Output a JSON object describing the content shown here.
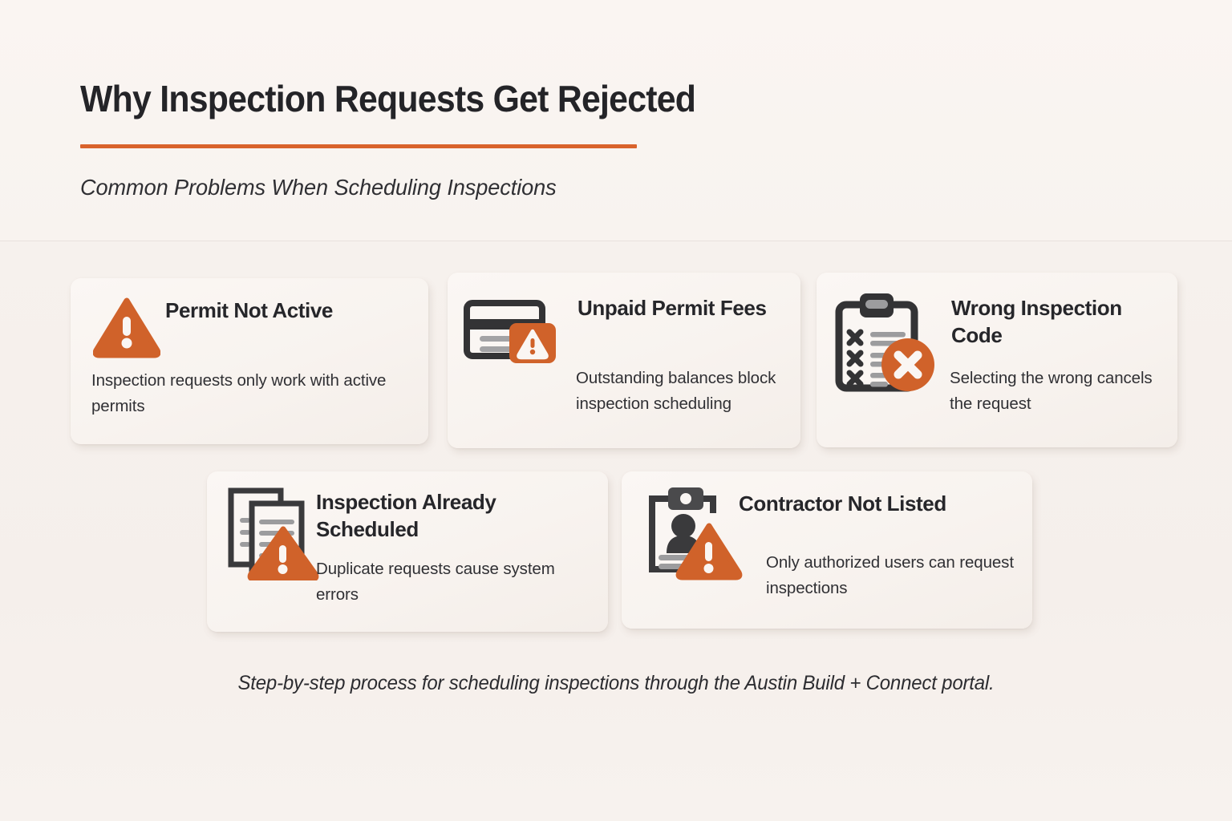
{
  "header": {
    "title": "Why Inspection Requests Get Rejected",
    "subtitle": "Common Problems When Scheduling Inspections",
    "accent_color": "#D9632C"
  },
  "theme": {
    "accent_orange": "#D9632C",
    "icon_dark": "#3A3A3C",
    "icon_gray": "#9A9A9C",
    "text_dark": "#26262A",
    "background": "#F7F2EE",
    "card_background": "#F8F3EF"
  },
  "cards": [
    {
      "title": "Permit Not Active",
      "body": "Inspection requests only work with active permits",
      "icon": "warning-triangle-icon"
    },
    {
      "title": "Unpaid Permit Fees",
      "body": "Outstanding balances block inspection scheduling",
      "icon": "credit-card-warning-icon"
    },
    {
      "title": "Wrong Inspection Code",
      "body": "Selecting the wrong cancels the request",
      "icon": "clipboard-error-icon"
    },
    {
      "title": "Inspection Already Scheduled",
      "body": "Duplicate requests cause system errors",
      "icon": "duplicate-documents-warning-icon"
    },
    {
      "title": "Contractor Not Listed",
      "body": "Only authorized users can request inspections",
      "icon": "id-badge-warning-icon"
    }
  ],
  "footer": {
    "caption": "Step-by-step process for scheduling inspections through the Austin Build + Connect portal."
  }
}
